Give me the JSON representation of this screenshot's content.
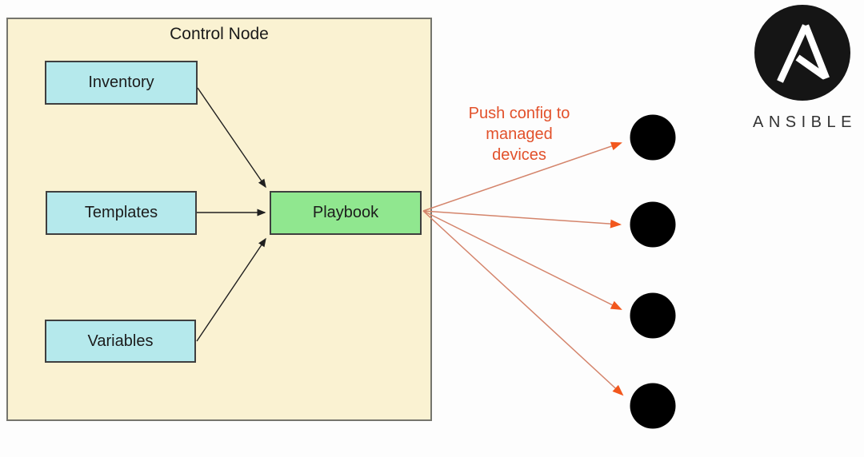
{
  "control_node": {
    "title": "Control Node"
  },
  "nodes": {
    "inventory": "Inventory",
    "templates": "Templates",
    "variables": "Variables",
    "playbook": "Playbook"
  },
  "annotation": {
    "text": "Push config to managed devices"
  },
  "managed_devices": {
    "count": 4,
    "icon": "router-icon"
  },
  "logo": {
    "wordmark": "ANSIBLE"
  },
  "colors": {
    "page_bg": "#fdfdfd",
    "control_node_fill": "#faf2d2",
    "control_node_border": "#75756d",
    "input_node_fill": "#b5e9ec",
    "node_border": "#3f3f3f",
    "playbook_fill": "#90e78f",
    "connector_black": "#1f1f1f",
    "push_arrow_line": "#d4846b",
    "push_arrow_head": "#f2571d",
    "annotation_text": "#e2512b",
    "device_blue": "#2264b1",
    "logo_black": "#151515",
    "wordmark_color": "#333333"
  }
}
